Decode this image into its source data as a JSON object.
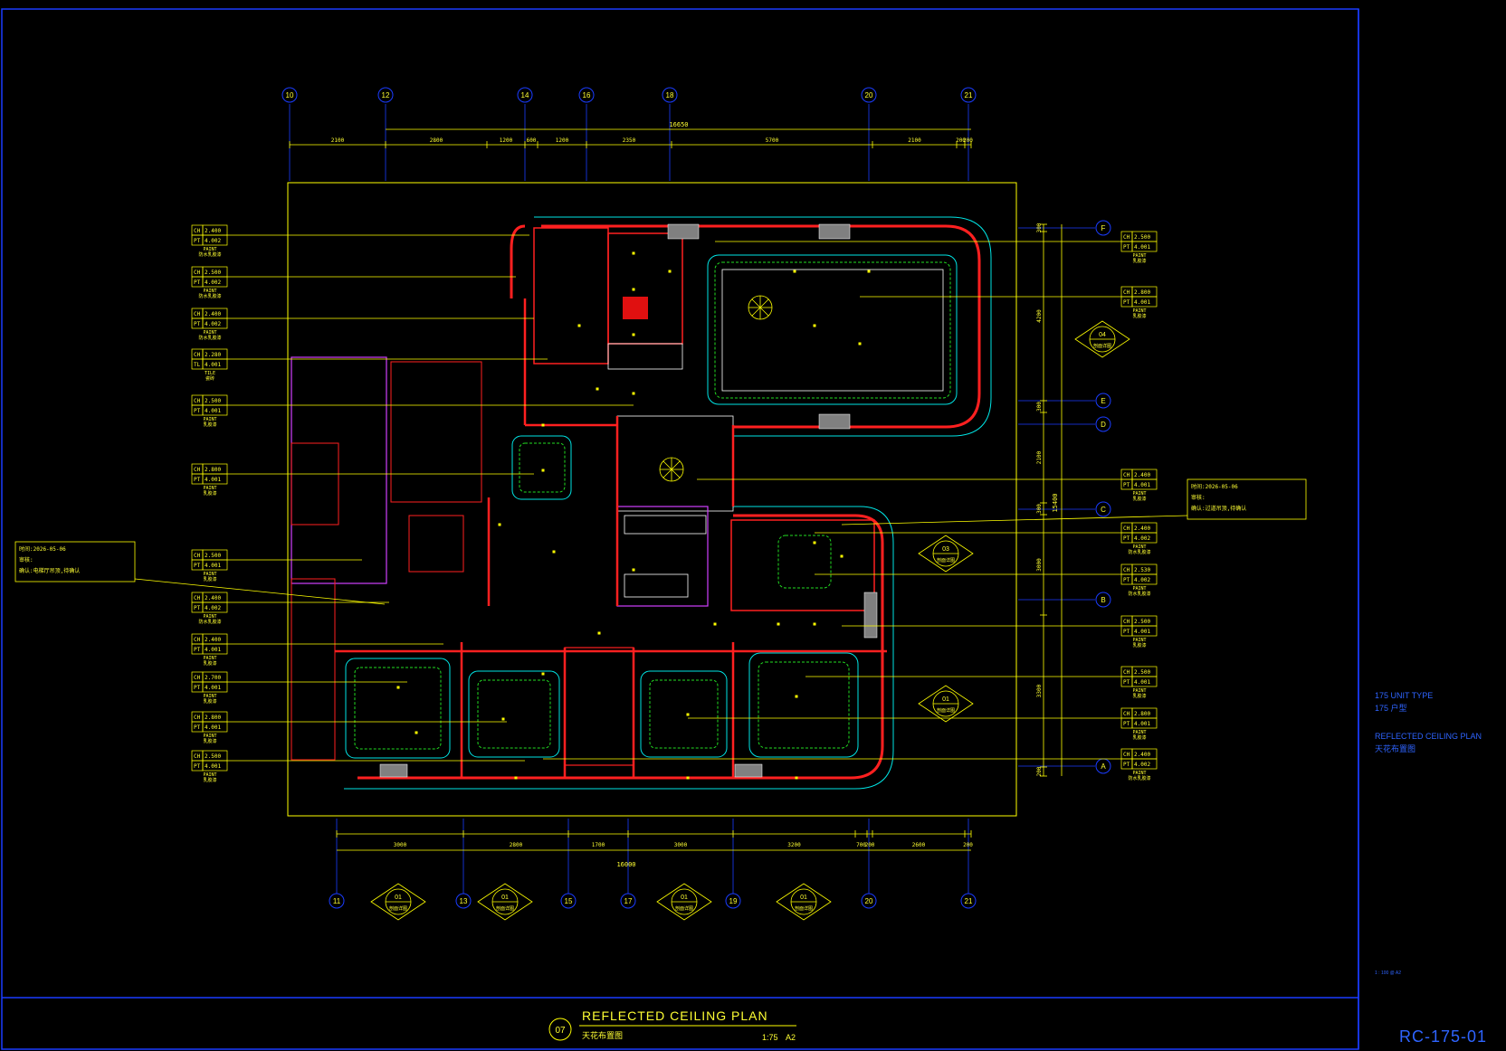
{
  "drawing": {
    "sheet_number": "RC-175-01",
    "scale_note": "1 : 100 @ A2",
    "title_en": "REFLECTED CEILING PLAN",
    "title_cn": "天花布置图",
    "title_number": "07",
    "title_scale": "1:75",
    "title_size": "A2",
    "side_info": {
      "line1": "175 UNIT TYPE",
      "line2": "175 户型",
      "line3": "REFLECTED CEILING PLAN",
      "line4": "天花布置图"
    }
  },
  "grid": {
    "top_axes": [
      "10",
      "12",
      "14",
      "16",
      "18",
      "20",
      "21"
    ],
    "bottom_axes": [
      "11",
      "13",
      "15",
      "17",
      "19",
      "20",
      "21"
    ],
    "right_axes": [
      "F",
      "E",
      "D",
      "C",
      "B",
      "A"
    ],
    "top_total": "16650",
    "top_dims": [
      "2100",
      "2800",
      "1200",
      "600",
      "1200",
      "2350",
      "5700",
      "2100",
      "200",
      "200"
    ],
    "bottom_total": "16000",
    "bottom_dims": [
      "3000",
      "2800",
      "1700",
      "3000",
      "3200",
      "700",
      "200",
      "2600",
      "200"
    ],
    "right_total": "15400",
    "right_dims": [
      "300",
      "4200",
      "300",
      "2100",
      "300",
      "3000",
      "3300",
      "200"
    ]
  },
  "notes": {
    "left_note": {
      "date": "时间:2026-05-06",
      "line2": "审核:",
      "line3": "确认:电梯厅吊顶,待确认"
    },
    "right_note": {
      "date": "时间:2026-05-06",
      "line2": "审核:",
      "line3": "确认:过道吊顶,待确认"
    }
  },
  "left_tags": [
    {
      "ch": "CH 2.400",
      "pt": "PT 4.002",
      "desc": "PAINT 防水乳胶漆"
    },
    {
      "ch": "CH 2.500",
      "pt": "PT 4.002",
      "desc": "PAINT 防水乳胶漆"
    },
    {
      "ch": "CH 2.400",
      "pt": "PT 4.002",
      "desc": "PAINT 防水乳胶漆"
    },
    {
      "ch": "CH 2.280",
      "pt": "TL 4.001",
      "desc": "TILE 瓷砖"
    },
    {
      "ch": "CH 2.500",
      "pt": "PT 4.001",
      "desc": "PAINT 乳胶漆"
    },
    {
      "ch": "CH 2.800",
      "pt": "PT 4.001",
      "desc": "PAINT 乳胶漆"
    },
    {
      "ch": "CH 2.500",
      "pt": "PT 4.001",
      "desc": "PAINT 乳胶漆"
    },
    {
      "ch": "CH 2.400",
      "pt": "PT 4.002",
      "desc": "PAINT 防水乳胶漆"
    },
    {
      "ch": "CH 2.400",
      "pt": "PT 4.001",
      "desc": "PAINT 乳胶漆"
    },
    {
      "ch": "CH 2.700",
      "pt": "PT 4.001",
      "desc": "PAINT 乳胶漆"
    },
    {
      "ch": "CH 2.800",
      "pt": "PT 4.001",
      "desc": "PAINT 乳胶漆"
    },
    {
      "ch": "CH 2.500",
      "pt": "PT 4.001",
      "desc": "PAINT 乳胶漆"
    }
  ],
  "right_tags": [
    {
      "ch": "CH 2.500",
      "pt": "PT 4.001",
      "desc": "PAINT 乳胶漆"
    },
    {
      "ch": "CH 2.800",
      "pt": "PT 4.001",
      "desc": "PAINT 乳胶漆"
    },
    {
      "ch": "CH 2.400",
      "pt": "PT 4.001",
      "desc": "PAINT 乳胶漆"
    },
    {
      "ch": "CH 2.400",
      "pt": "PT 4.002",
      "desc": "PAINT 防水乳胶漆"
    },
    {
      "ch": "CH 2.530",
      "pt": "PT 4.002",
      "desc": "PAINT 防水乳胶漆"
    },
    {
      "ch": "CH 2.500",
      "pt": "PT 4.001",
      "desc": "PAINT 乳胶漆"
    },
    {
      "ch": "CH 2.500",
      "pt": "PT 4.001",
      "desc": "PAINT 乳胶漆"
    },
    {
      "ch": "CH 2.800",
      "pt": "PT 4.001",
      "desc": "PAINT 乳胶漆"
    },
    {
      "ch": "CH 2.400",
      "pt": "PT 4.002",
      "desc": "PAINT 防水乳胶漆"
    }
  ],
  "section_markers": [
    {
      "num": "04",
      "label": "剖面详图"
    },
    {
      "num": "03",
      "label": "剖面详图"
    },
    {
      "num": "01",
      "label": "剖面详图"
    },
    {
      "num": "01",
      "label": "剖面详图"
    },
    {
      "num": "01",
      "label": "剖面详图"
    },
    {
      "num": "01",
      "label": "剖面详图"
    },
    {
      "num": "01",
      "label": "剖面详图"
    }
  ],
  "colors": {
    "frame": "#1a3cff",
    "wall": "#ff2020",
    "dim": "#ffff00",
    "text": "#ffff33",
    "cyan": "#00e5e5",
    "green": "#22dd22",
    "magenta": "#d040ff",
    "sheet_blue": "#2e64ff"
  }
}
